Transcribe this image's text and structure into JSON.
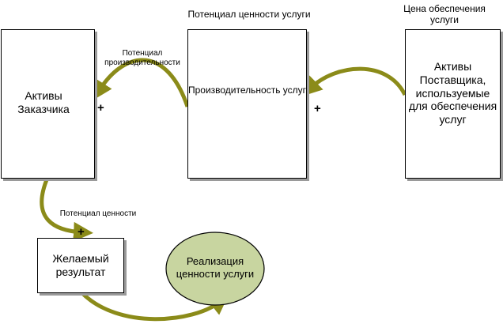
{
  "top_labels": {
    "service_value_potential": "Потенциал ценности услуги",
    "service_cost": "Цена обеспечения услуги"
  },
  "boxes": {
    "customer_assets": "Активы Заказчика",
    "service_performance": "Производительность услуг",
    "provider_assets": "Активы Поставщика, используемые для обеспечения услуг",
    "desired_outcome": "Желаемый результат",
    "value_realization": "Реализация ценности услуги"
  },
  "arrow_labels": {
    "performance_potential": "Потенциал производительности",
    "value_potential": "Потенциал ценности"
  },
  "markers": {
    "plus": "+"
  },
  "colors": {
    "arrow": "#8b8b19",
    "ellipse_fill": "#c8d5a0",
    "border": "#000000"
  }
}
